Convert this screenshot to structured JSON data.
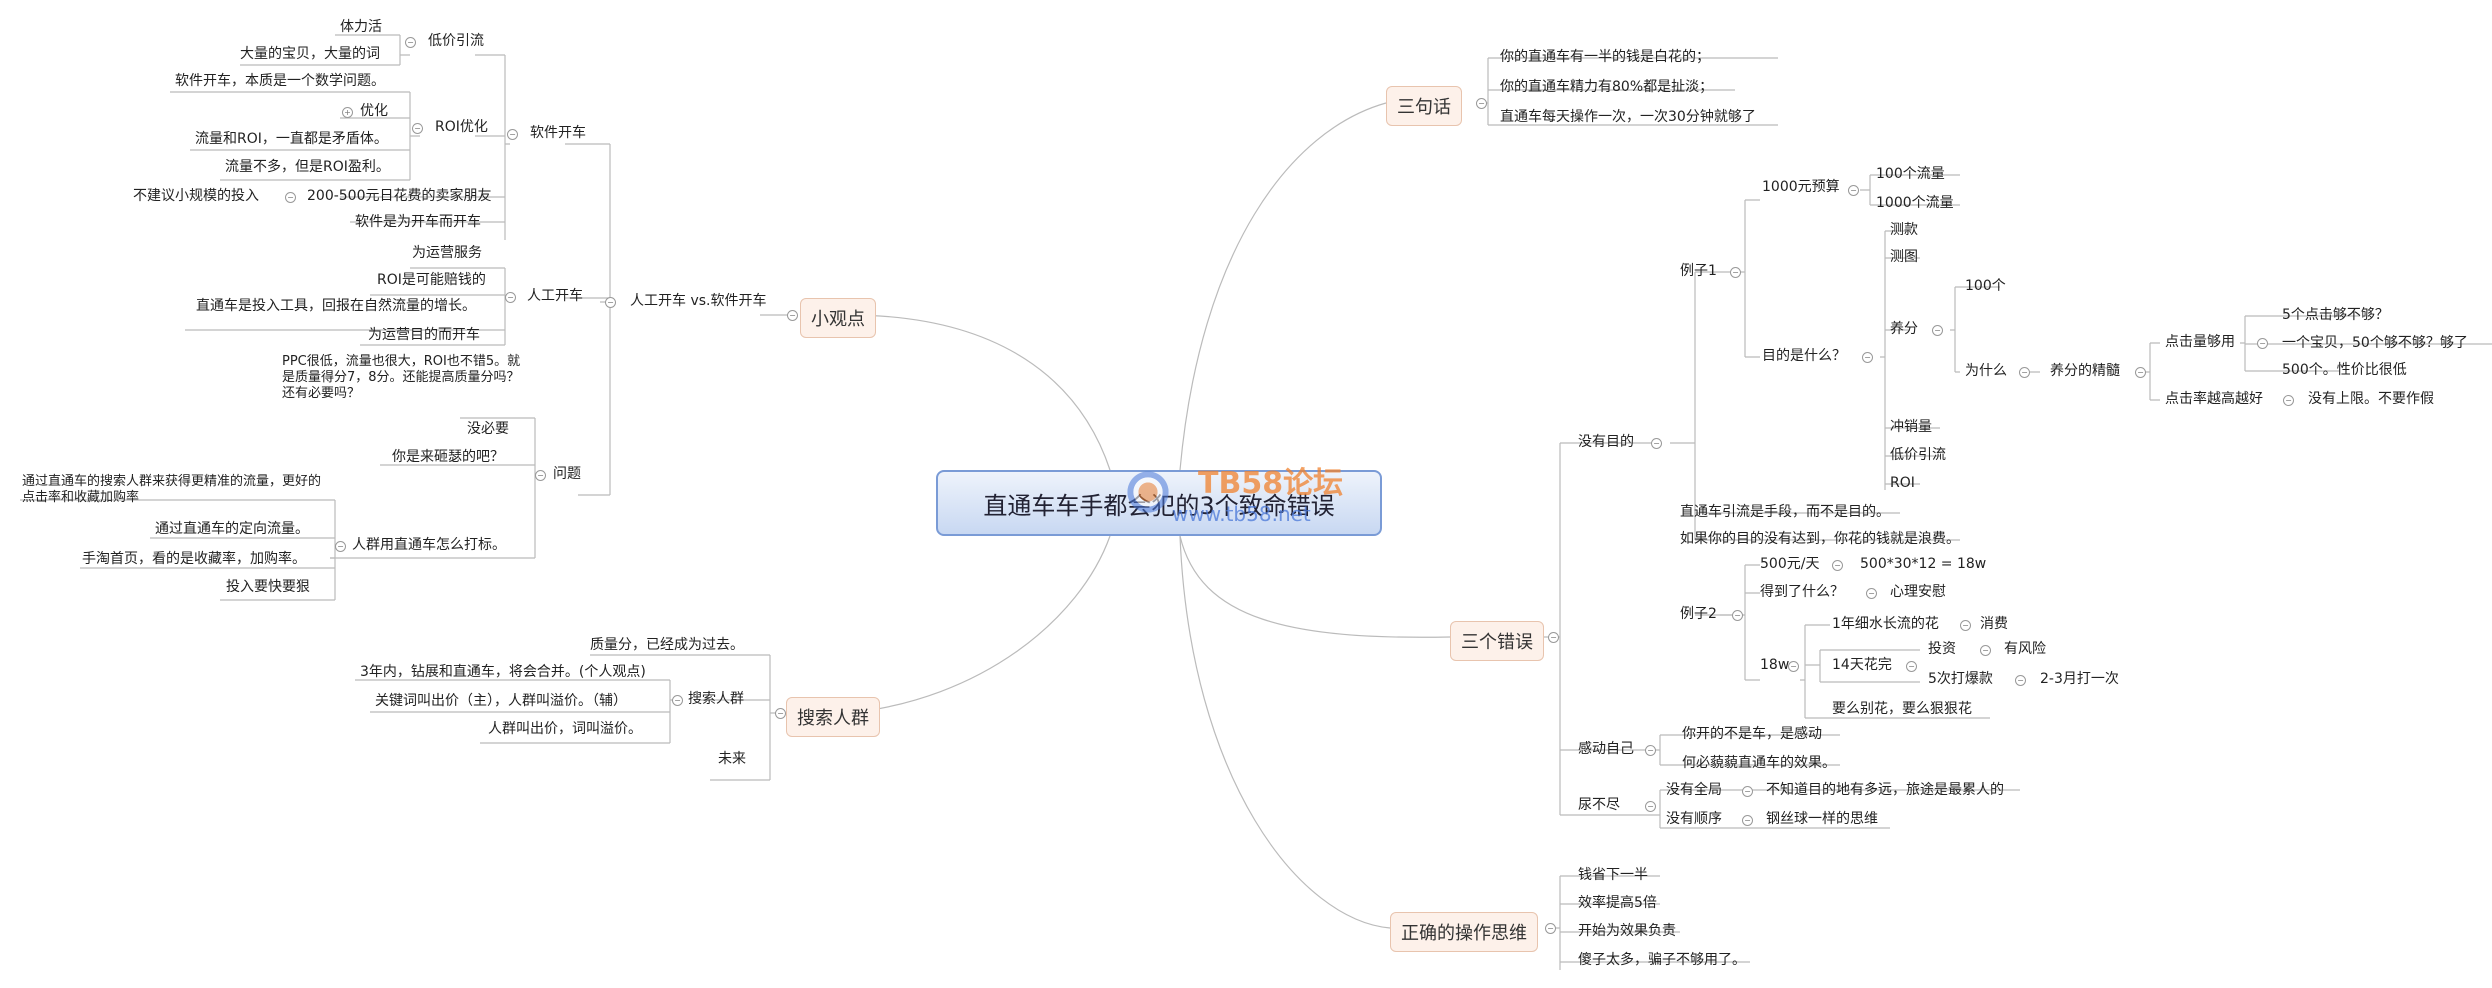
{
  "central": "直通车车手都会犯的3个致命错误",
  "watermark": {
    "title": "TB58论坛",
    "url": "www.tb58.net"
  },
  "topics": {
    "three_sentences": "三句话",
    "three_errors": "三个错误",
    "correct_thinking": "正确的操作思维",
    "small_view": "小观点",
    "search_crowd": "搜索人群"
  },
  "three_sentences": [
    "你的直通车有一半的钱是白花的；",
    "你的直通车精力有80%都是扯淡；",
    "直通车每天操作一次，一次30分钟就够了"
  ],
  "errors": {
    "no_goal": "没有目的",
    "example1": "例子1",
    "budget": "1000元预算",
    "flow100": "100个流量",
    "flow1000": "1000个流量",
    "purpose": "目的是什么？",
    "test_product": "测款",
    "test_image": "测图",
    "nurture": "养分",
    "hundred": "100个",
    "why": "为什么",
    "nurture_essence": "养分的精髓",
    "clicks_enough": "点击量够用",
    "five_clicks": "5个点击够不够？",
    "one_product": "一个宝贝，50个够不够？够了",
    "five_hundred": "500个。性价比很低",
    "ctr_higher": "点击率越高越好",
    "no_limit": "没有上限。不要作假",
    "sales_boost": "冲销量",
    "low_price": "低价引流",
    "roi": "ROI",
    "means": "直通车引流是手段，而不是目的。",
    "waste": "如果你的目的没有达到，你花的钱就是浪费。",
    "example2": "例子2",
    "per_day": "500元/天",
    "calc": "500*30*12 = 18w",
    "got_what": "得到了什么？",
    "comfort": "心理安慰",
    "w18": "18w",
    "year_flow": "1年细水长流的花",
    "consume": "消费",
    "fourteen_days": "14天花完",
    "invest": "投资",
    "risky": "有风险",
    "five_times": "5次打爆款",
    "two_three_months": "2-3月打一次",
    "dont_spend": "要么别花，要么狠狠花",
    "touch_self": "感动自己",
    "not_car": "你开的不是车，是感动",
    "why_bother": "何必藐藐直通车的效果。",
    "endless": "尿不尽",
    "no_overview": "没有全局",
    "far_goal": "不知道目的地有多远，旅途是最累人的",
    "no_order": "没有顺序",
    "pinball": "钢丝球一样的思维"
  },
  "correct": [
    "钱省下一半",
    "效率提高5倍",
    "开始为效果负责",
    "傻子太多，骗子不够用了。"
  ],
  "small": {
    "manual_vs_soft": "人工开车 vs.软件开车",
    "soft": "软件开车",
    "low_price": "低价引流",
    "physical": "体力活",
    "mass": "大量的宝贝，大量的词",
    "math": "软件开车，本质是一个数学问题。",
    "roi_opt": "ROI优化",
    "optimize": "优化",
    "conflict": "流量和ROI，一直都是矛盾体。",
    "small_flow": "流量不多，但是ROI盈利。",
    "budget_range": "200-500元日花费的卖家朋友",
    "not_recommend": "不建议小规模的投入",
    "for_driving": "软件是为开车而开车",
    "manual": "人工开车",
    "serve_ops": "为运营服务",
    "roi_loss": "ROI是可能赔钱的",
    "invest_tool": "直通车是投入工具，回报在自然流量的增长。",
    "ops_purpose": "为运营目的而开车",
    "question": "问题",
    "ppc_low": "PPC很低，流量也很大，ROI也不错5。就是质量得分7，8分。还能提高质量分吗？还有必要吗？",
    "no_need": "没必要",
    "are_you_trolling": "你是来砸瑟的吧？",
    "crowd_tips": "人群用直通车怎么打标。",
    "search_crowd_text": "通过直通车的搜索人群来获得更精准的流量，更好的点击率和收藏加购率",
    "directional": "通过直通车的定向流量。",
    "mobile_home": "手淘首页，看的是收藏率，加购率。",
    "fast_accurate": "投入要快要狠"
  },
  "search": {
    "quality_past": "质量分，已经成为过去。",
    "three_years": "3年内，钻展和直通车，将会合并。(个人观点)",
    "search_crowd": "搜索人群",
    "keyword_bid": "关键词叫出价（主），人群叫溢价。（辅）",
    "crowd_bid": "人群叫出价，词叫溢价。",
    "future": "未来"
  }
}
